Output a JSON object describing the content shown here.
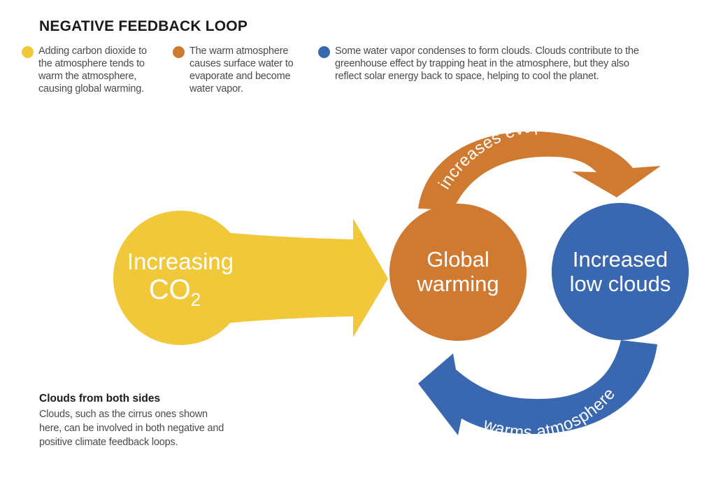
{
  "title": "NEGATIVE FEEDBACK LOOP",
  "legend": [
    {
      "color": "#f0c83a",
      "text": "Adding carbon dioxide to the atmosphere tends to warm the atmosphere, causing global warming."
    },
    {
      "color": "#cf7a30",
      "text": "The warm atmosphere causes surface water to evaporate and become water vapor."
    },
    {
      "color": "#3a68b0",
      "text": "Some water vapor condenses to form clouds. Clouds contribute to the greenhouse effect by trapping heat in the atmosphere, but they also reflect solar energy back to space, helping to cool the planet."
    }
  ],
  "nodes": {
    "co2": {
      "line1": "Increasing",
      "line2": "CO",
      "subscript": "2",
      "color": "#f0c83a"
    },
    "warming": {
      "line1": "Global",
      "line2": "warming",
      "color": "#cf7a30"
    },
    "clouds": {
      "line1": "Increased",
      "line2": "low clouds",
      "color": "#3a68b0"
    }
  },
  "arrows": {
    "evaporation": {
      "label": "increases evaporation",
      "color": "#cf7a30"
    },
    "warms": {
      "label": "warms atmosphere",
      "color": "#3a68b0"
    }
  },
  "side_note": {
    "heading": "Clouds from both sides",
    "body": "Clouds, such as the cirrus ones shown here, can be involved in both negative and positive climate feedback loops."
  }
}
